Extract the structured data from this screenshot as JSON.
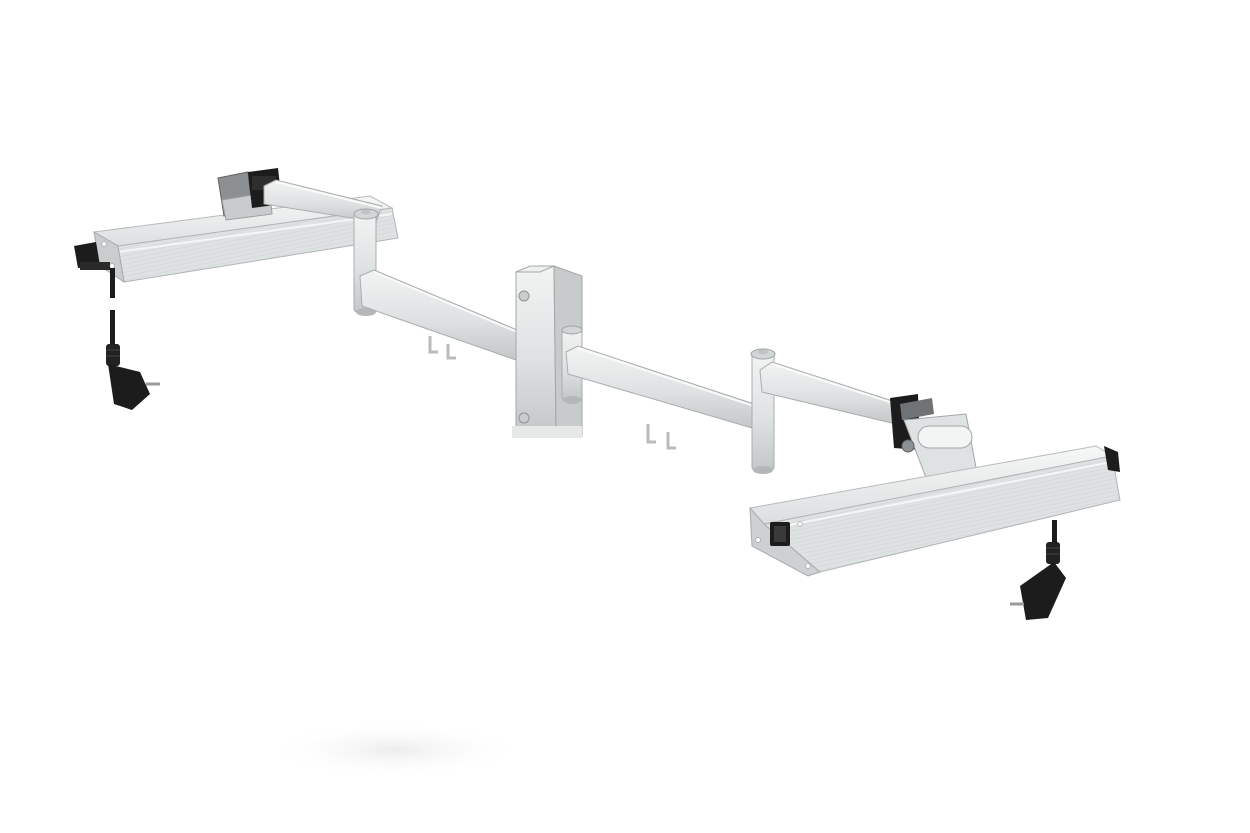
{
  "image": {
    "subject": "",
    "background_color": "#ffffff"
  },
  "colors": {
    "aluminium_light": "#e8eaea",
    "aluminium_mid": "#d4d7d8",
    "aluminium_dark": "#b9bdbf",
    "shadow_line": "#9ea3a5",
    "bracket_grey": "#6f7375",
    "plastic_black": "#1c1c1c",
    "floor_shadow": "#f1f1f1"
  },
  "icons": [
    "left-luminaire",
    "right-luminaire",
    "wall-bracket",
    "swing-arm",
    "power-plug-icon",
    "rocker-switch-icon",
    "cable-hook-icon"
  ]
}
